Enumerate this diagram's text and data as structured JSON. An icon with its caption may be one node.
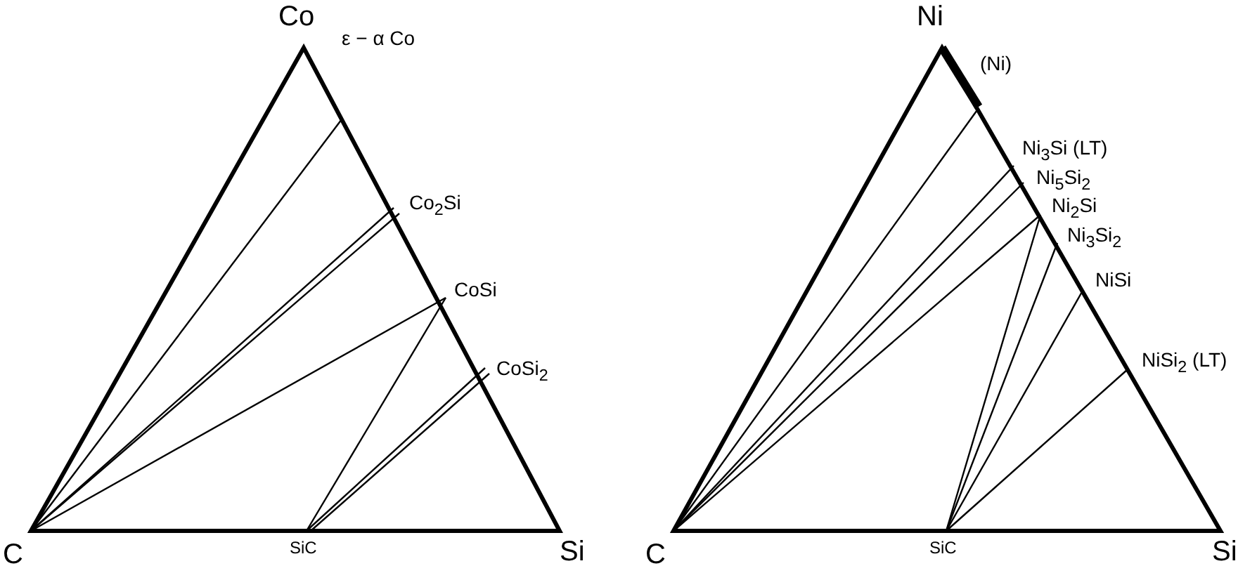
{
  "diagram": {
    "labels": [
      "Co",
      "ε − α Co",
      "Co$_{2}$Si",
      "CoSi",
      "CoSi$_{2}$",
      "C",
      "SiC",
      "Si",
      "Ni",
      "(Ni)",
      "Ni$_{3}$Si (LT)",
      "Ni$_{5}$Si$_{2}$",
      "Ni$_{2}$Si",
      "Ni$_{3}$Si$_{2}$",
      "NiSi",
      "NiSi$_{2}$ (LT)",
      "C",
      "SiC",
      "Si"
    ]
  }
}
